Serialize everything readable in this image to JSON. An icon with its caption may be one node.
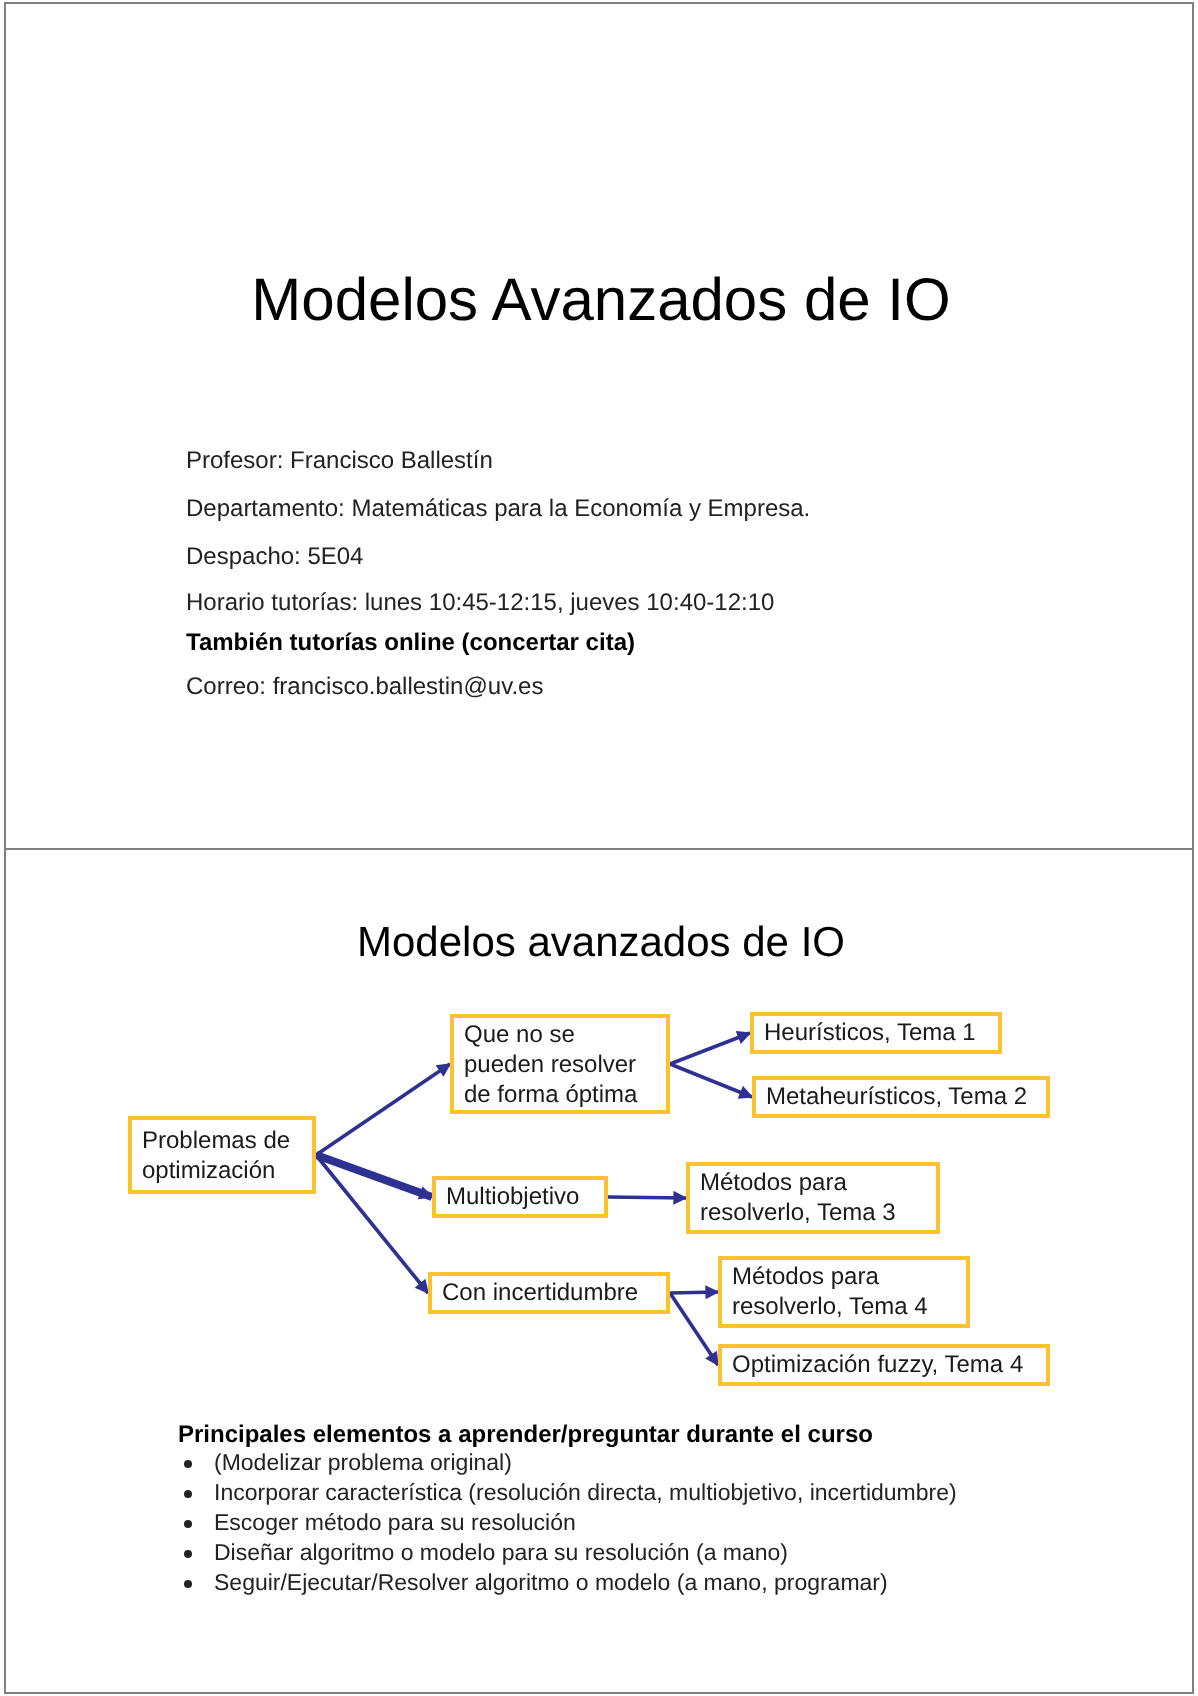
{
  "diagram": {
    "nodes": [
      {
        "text": [
          "Modelos Avanzados de IO",
          "Profesor: Francisco Ballestín",
          "Departamento: Matemáticas para la Economía y Empresa.",
          "Despacho: 5E04",
          "Horario tutorías: lunes 10:45-12:15, jueves 10:40-12:10",
          "También tutorías online (concertar cita)",
          "Correo: francisco.ballestin@uv.es"
        ]
      },
      {
        "text": [
          "Modelos avanzados de IO",
          "Principales elementos a aprender/preguntar durante el curso",
          "(Modelizar problema original)",
          "Incorporar característica (resolución directa, multiobjetivo, incertidumbre)",
          "Escoger método para su resolución",
          "Diseñar algoritmo o modelo para su resolución (a mano)",
          "Seguir/Ejecutar/Resolver algoritmo o modelo (a mano, programar)"
        ]
      },
      {
        "text": [
          "Problemas de optimización"
        ],
        "in": 1
      },
      {
        "text": [
          "Que no se pueden resolver de forma óptima"
        ],
        "in": 1
      },
      {
        "text": [
          "Multiobjetivo"
        ],
        "in": 1
      },
      {
        "text": [
          "Con incertidumbre"
        ],
        "in": 1
      },
      {
        "text": [
          "Heurísticos, Tema 1"
        ],
        "in": 1
      },
      {
        "text": [
          "Metaheurísticos, Tema 2"
        ],
        "in": 1
      },
      {
        "text": [
          "Métodos para resolverlo, Tema 3"
        ],
        "in": 1
      },
      {
        "text": [
          "Métodos para resolverlo, Tema 4"
        ],
        "in": 1
      },
      {
        "text": [
          "Optimización fuzzy, Tema 4"
        ],
        "in": 1
      }
    ],
    "edges": [
      {
        "from": 2,
        "to": 3,
        "arrow": "to"
      },
      {
        "from": 2,
        "to": 4,
        "arrow": "to",
        "style": "thick"
      },
      {
        "from": 2,
        "to": 5,
        "arrow": "to"
      },
      {
        "from": 3,
        "to": 6,
        "arrow": "to"
      },
      {
        "from": 3,
        "to": 7,
        "arrow": "to"
      },
      {
        "from": 4,
        "to": 8,
        "arrow": "to"
      },
      {
        "from": 5,
        "to": 9,
        "arrow": "to"
      },
      {
        "from": 5,
        "to": 10,
        "arrow": "to"
      }
    ]
  }
}
